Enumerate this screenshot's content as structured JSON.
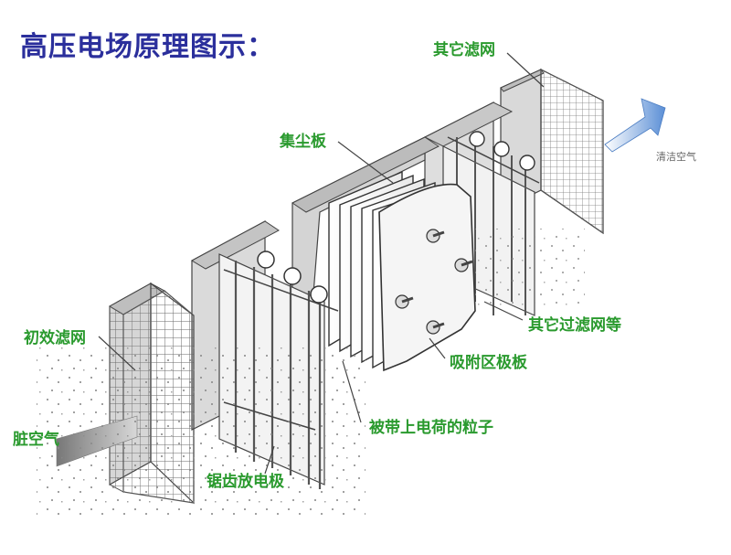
{
  "title": "高压电场原理图示：",
  "labels": {
    "other_filter_top": "其它滤网",
    "collector_plate": "集尘板",
    "clean_air": "清洁空气",
    "other_filters_etc": "其它过滤网等",
    "adsorption_plate": "吸附区极板",
    "primary_filter": "初效滤网",
    "charged_particles": "被带上电荷的粒子",
    "dirty_air": "脏空气",
    "sawtooth_electrode": "锯齿放电极"
  },
  "colors": {
    "title": "#2b2f9c",
    "label": "#2a9a2e",
    "caption": "#666666",
    "clean_air_arrow": "#5b8fd6",
    "dirty_air_arrow": "#777777"
  }
}
